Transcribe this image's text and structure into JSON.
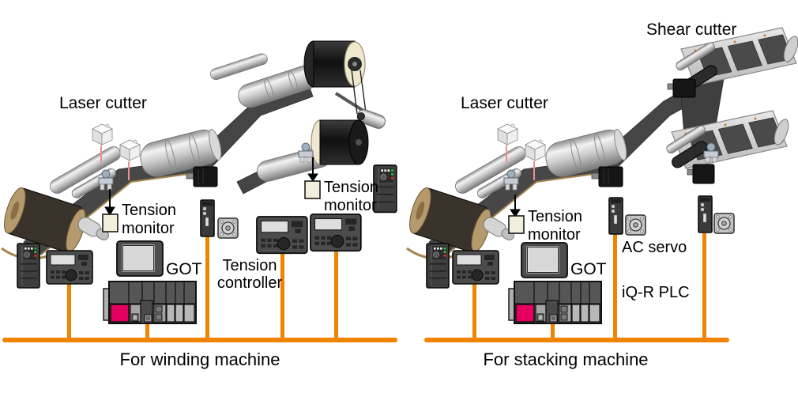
{
  "colors": {
    "bus": "#F08300",
    "plc_accent": "#E4005F",
    "laser_beam": "#F08C8C"
  },
  "winding": {
    "caption": "For winding machine",
    "labels": {
      "laser_cutter": "Laser cutter",
      "tension_monitor_unwind": "Tension\nmonitor",
      "tension_monitor_winder": "Tension\nmonitor",
      "got": "GOT",
      "tension_controller": "Tension\ncontroller"
    }
  },
  "stacking": {
    "caption": "For stacking machine",
    "labels": {
      "shear_cutter": "Shear cutter",
      "laser_cutter": "Laser cutter",
      "tension_monitor": "Tension\nmonitor",
      "got": "GOT",
      "ac_servo": "AC servo",
      "iqr_plc": "iQ-R PLC"
    }
  }
}
